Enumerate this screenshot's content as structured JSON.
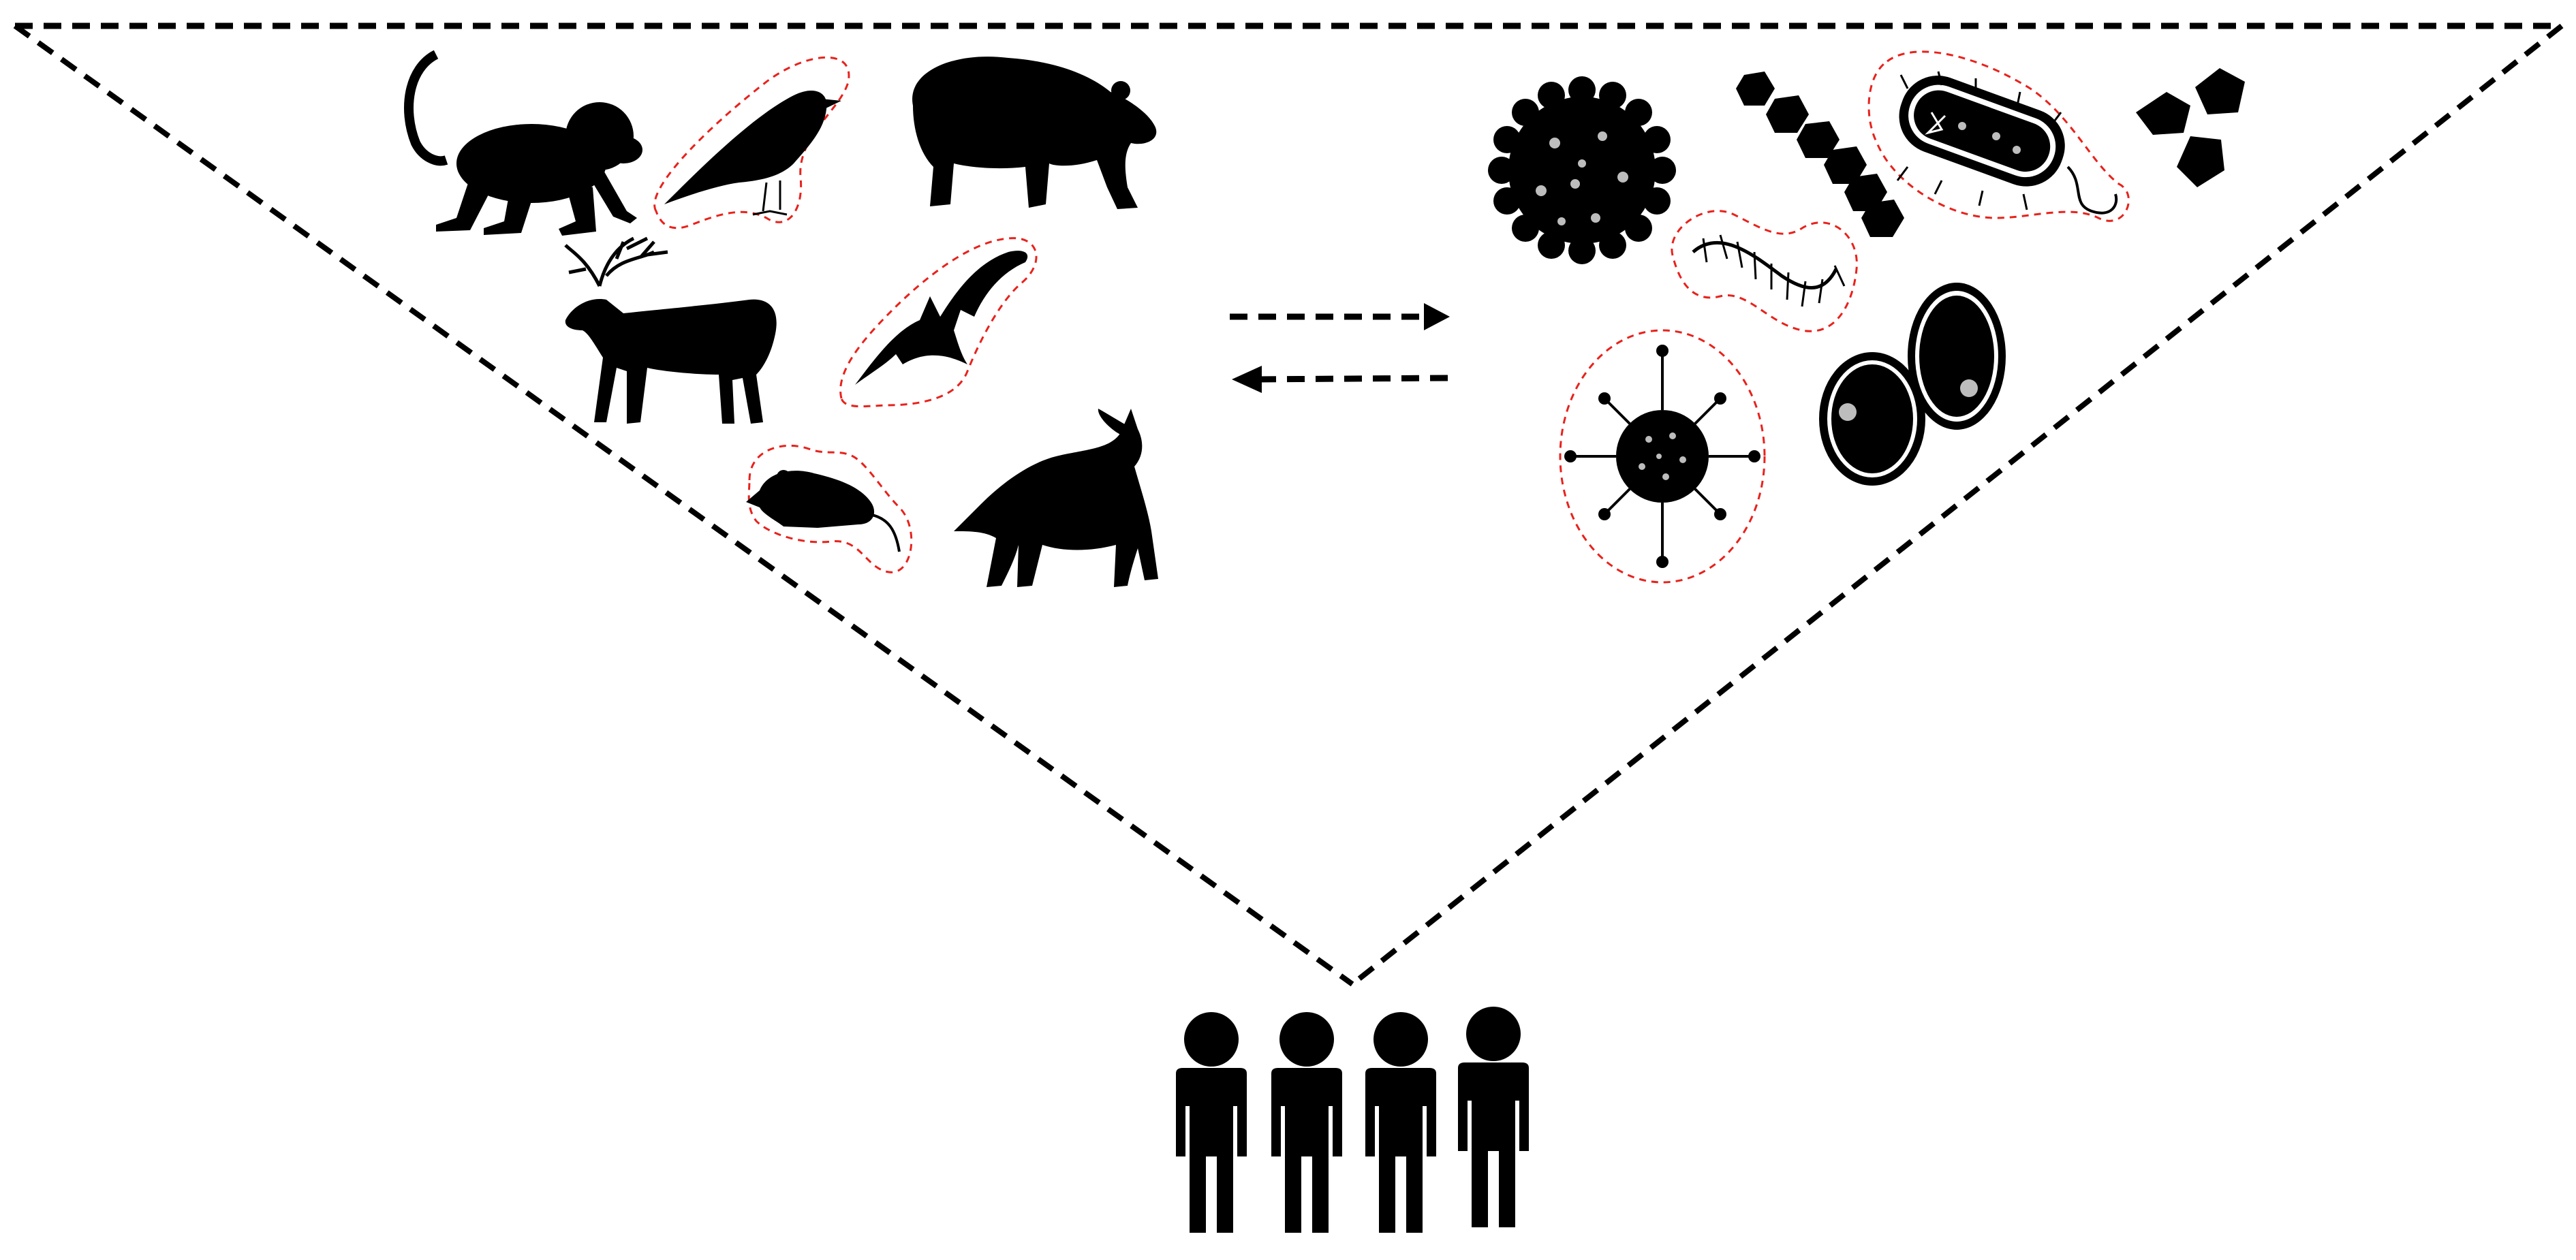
{
  "colors": {
    "silhouette": "#000000",
    "background": "#ffffff",
    "highlight_outline": "#e8221c",
    "spot": "#bdbdbd"
  },
  "triangle": {
    "line_style": "dashed"
  },
  "arrows": {
    "style": "dashed",
    "directions": [
      "right",
      "left"
    ]
  },
  "animals": [
    {
      "icon": "monkey-icon",
      "highlighted": false
    },
    {
      "icon": "bird-icon",
      "highlighted": true
    },
    {
      "icon": "bear-icon",
      "highlighted": false
    },
    {
      "icon": "deer-icon",
      "highlighted": false
    },
    {
      "icon": "bat-icon",
      "highlighted": true
    },
    {
      "icon": "rodent-icon",
      "highlighted": true
    },
    {
      "icon": "dog-icon",
      "highlighted": false
    }
  ],
  "pathogens": [
    {
      "icon": "round-virus-icon",
      "highlighted": false
    },
    {
      "icon": "cocci-chain-icon",
      "highlighted": false
    },
    {
      "icon": "bacillus-icon",
      "highlighted": true
    },
    {
      "icon": "pentagon-cluster-icon",
      "highlighted": false
    },
    {
      "icon": "spirochete-icon",
      "highlighted": true
    },
    {
      "icon": "spiked-virus-icon",
      "highlighted": true
    },
    {
      "icon": "fungal-cells-icon",
      "highlighted": false
    }
  ],
  "humans": {
    "icon": "people-group-icon",
    "count": 4
  }
}
